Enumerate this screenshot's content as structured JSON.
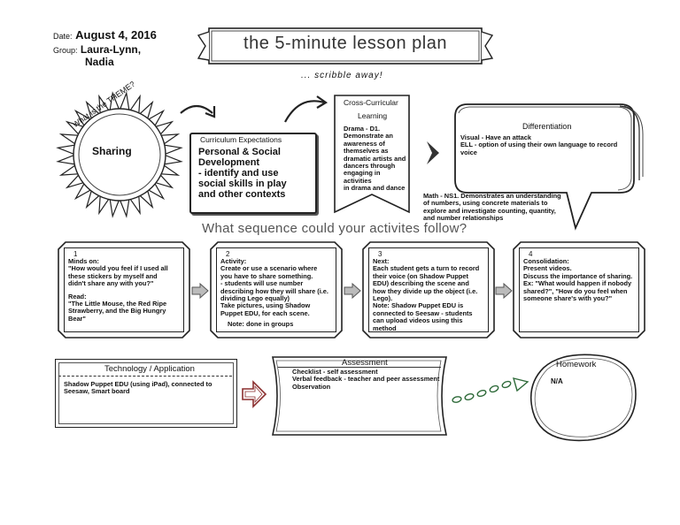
{
  "header": {
    "date_label": "Date:",
    "date_value": "August 4, 2016",
    "group_label": "Group:",
    "group_value_1": "Laura-Lynn,",
    "group_value_2": "Nadia",
    "title": "the 5-minute lesson plan",
    "subtitle": "... scribble away!"
  },
  "theme": {
    "label": "What is the THEME?",
    "value": "Sharing"
  },
  "curriculum": {
    "label": "Curriculum Expectations",
    "line1": "Personal & Social",
    "line2": "Development",
    "line3": "- identify and use",
    "line4": "social skills in play",
    "line5": "and other contexts"
  },
  "cross": {
    "label_1": "Cross-Curricular",
    "label_2": "Learning",
    "lines": [
      "Drama - D1.",
      "Demonstrate an",
      "awareness of",
      "themselves as",
      "dramatic artists and",
      "dancers through",
      "engaging in activities",
      "in drama and dance"
    ]
  },
  "math": {
    "lines": [
      "Math - NS1. Demonstrates an understanding",
      "of numbers, using concrete materials to",
      "explore and investigate counting, quantity,",
      "and number relationships"
    ]
  },
  "differentiation": {
    "label": "Differentiation",
    "lines": [
      "Visual - Have an attack",
      "ELL - option of using their own language to record",
      "voice"
    ]
  },
  "sequence": {
    "question": "What sequence could your activites follow?",
    "steps": [
      {
        "num": "1",
        "lines": [
          "Minds on:",
          "\"How would you feel if I used all",
          "these stickers by myself and",
          "didn't share any with you?\"",
          "",
          "Read:",
          "\"The Little Mouse, the Red Ripe",
          "Strawberry, and the Big Hungry",
          "Bear\""
        ]
      },
      {
        "num": "2",
        "lines": [
          "Activity:",
          "Create or use a scenario where",
          "you have to share something.",
          "- students will use number",
          "describing how they will share (i.e.",
          "dividing Lego equally)",
          "Take pictures, using Shadow",
          "Puppet EDU, for each scene.",
          "",
          "Note: done in groups"
        ]
      },
      {
        "num": "3",
        "lines": [
          "Next:",
          "Each student gets a turn to record",
          "their voice (on Shadow Puppet",
          "EDU) describing the scene and",
          "how they divide up the object (i.e.",
          "Lego).",
          "Note: Shadow Puppet EDU is",
          "connected to Seesaw - students",
          "can upload videos using this",
          "method"
        ]
      },
      {
        "num": "4",
        "lines": [
          "Consolidation:",
          "Present videos.",
          "Discuss the importance of sharing.",
          "Ex: \"What would happen if nobody",
          "shared?\", \"How do you feel when",
          "someone share's with you?\""
        ]
      }
    ]
  },
  "technology": {
    "label": "Technology / Application",
    "lines": [
      "Shadow Puppet EDU (using iPad), connected to",
      "Seesaw, Smart board"
    ]
  },
  "assessment": {
    "label": "Assessment",
    "lines": [
      "Checklist - self assessment",
      "Verbal feedback - teacher and peer assessment",
      "Observation"
    ]
  },
  "homework": {
    "label": "Homework",
    "value": "N/A"
  }
}
